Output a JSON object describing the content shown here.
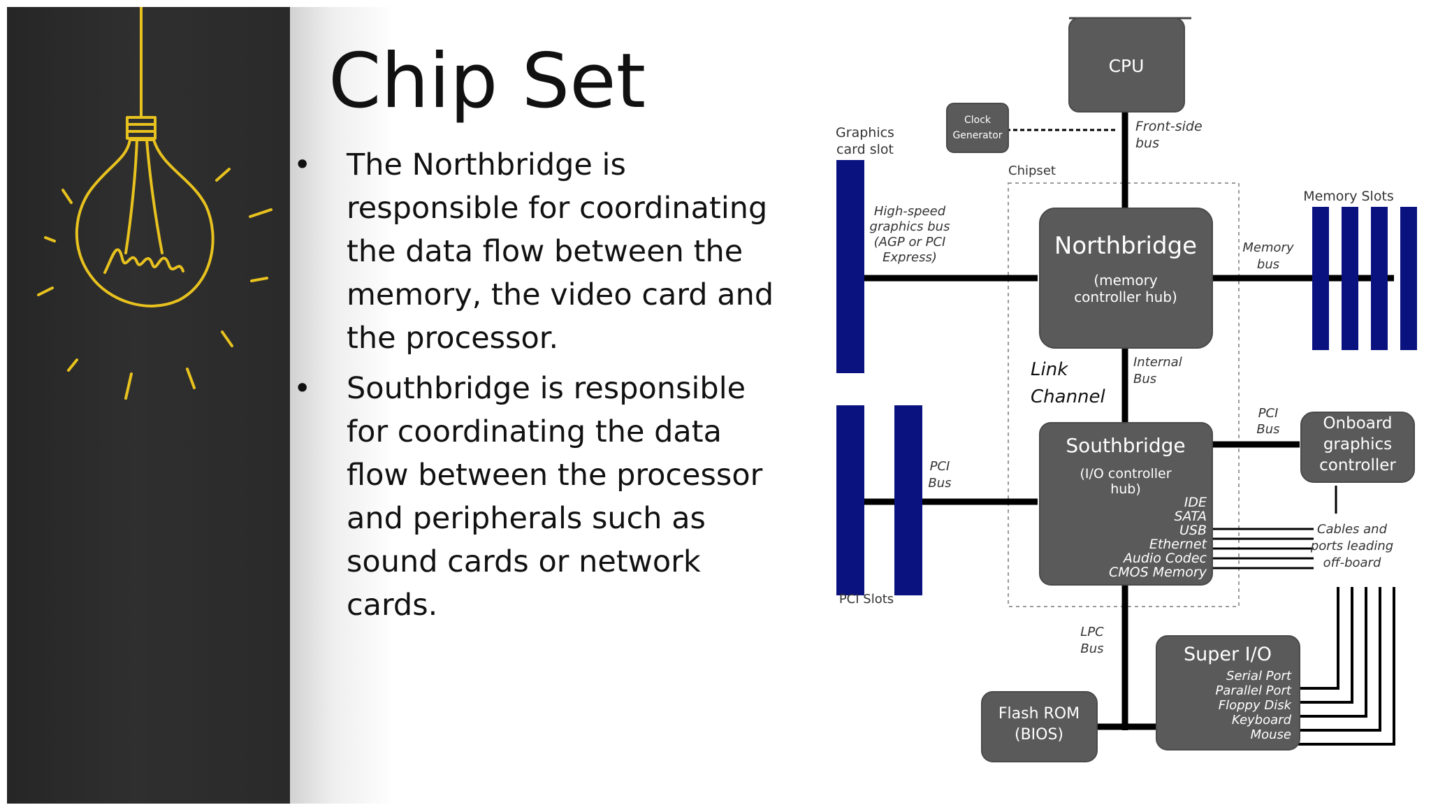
{
  "slide": {
    "title": "Chip Set",
    "bullets": [
      "The Northbridge is responsible for coordinating the data flow between the memory, the video card and the processor.",
      "Southbridge is responsible for coordinating the data flow between the processor and peripherals such as sound cards or network cards."
    ],
    "bullet_symbol": "•"
  },
  "illustration": {
    "icon": "lightbulb-icon",
    "chalk_color": "#e8c21e",
    "board_color": "#2a2a2a"
  },
  "diagram": {
    "colors": {
      "box": "#5a5a5a",
      "slot": "#0a1280",
      "bus": "#000000"
    },
    "cpu_label": "CPU",
    "clock_label_1": "Clock",
    "clock_label_2": "Generator",
    "front_side_bus_1": "Front-side",
    "front_side_bus_2": "bus",
    "graphics_slot_1": "Graphics",
    "graphics_slot_2": "card slot",
    "chipset_label": "Chipset",
    "memory_slots_label": "Memory Slots",
    "graphics_bus_1": "High-speed",
    "graphics_bus_2": "graphics bus",
    "graphics_bus_3": "(AGP or PCI",
    "graphics_bus_4": "Express)",
    "northbridge_title": "Northbridge",
    "northbridge_sub_1": "(memory",
    "northbridge_sub_2": "controller hub)",
    "memory_bus_1": "Memory",
    "memory_bus_2": "bus",
    "link_channel_1": "Link",
    "link_channel_2": "Channel",
    "internal_bus_1": "Internal",
    "internal_bus_2": "Bus",
    "pci_bus_right_1": "PCI",
    "pci_bus_right_2": "Bus",
    "onboard_1": "Onboard",
    "onboard_2": "graphics",
    "onboard_3": "controller",
    "pci_bus_left_1": "PCI",
    "pci_bus_left_2": "Bus",
    "southbridge_title": "Southbridge",
    "southbridge_sub_1": "(I/O controller",
    "southbridge_sub_2": "hub)",
    "southbridge_ports": [
      "IDE",
      "SATA",
      "USB",
      "Ethernet",
      "Audio Codec",
      "CMOS Memory"
    ],
    "cables_1": "Cables and",
    "cables_2": "ports leading",
    "cables_3": "off-board",
    "pci_slots_label": "PCI Slots",
    "lpc_bus_1": "LPC",
    "lpc_bus_2": "Bus",
    "superio_title": "Super I/O",
    "superio_ports": [
      "Serial Port",
      "Parallel Port",
      "Floppy Disk",
      "Keyboard",
      "Mouse"
    ],
    "flash_1": "Flash ROM",
    "flash_2": "(BIOS)"
  }
}
